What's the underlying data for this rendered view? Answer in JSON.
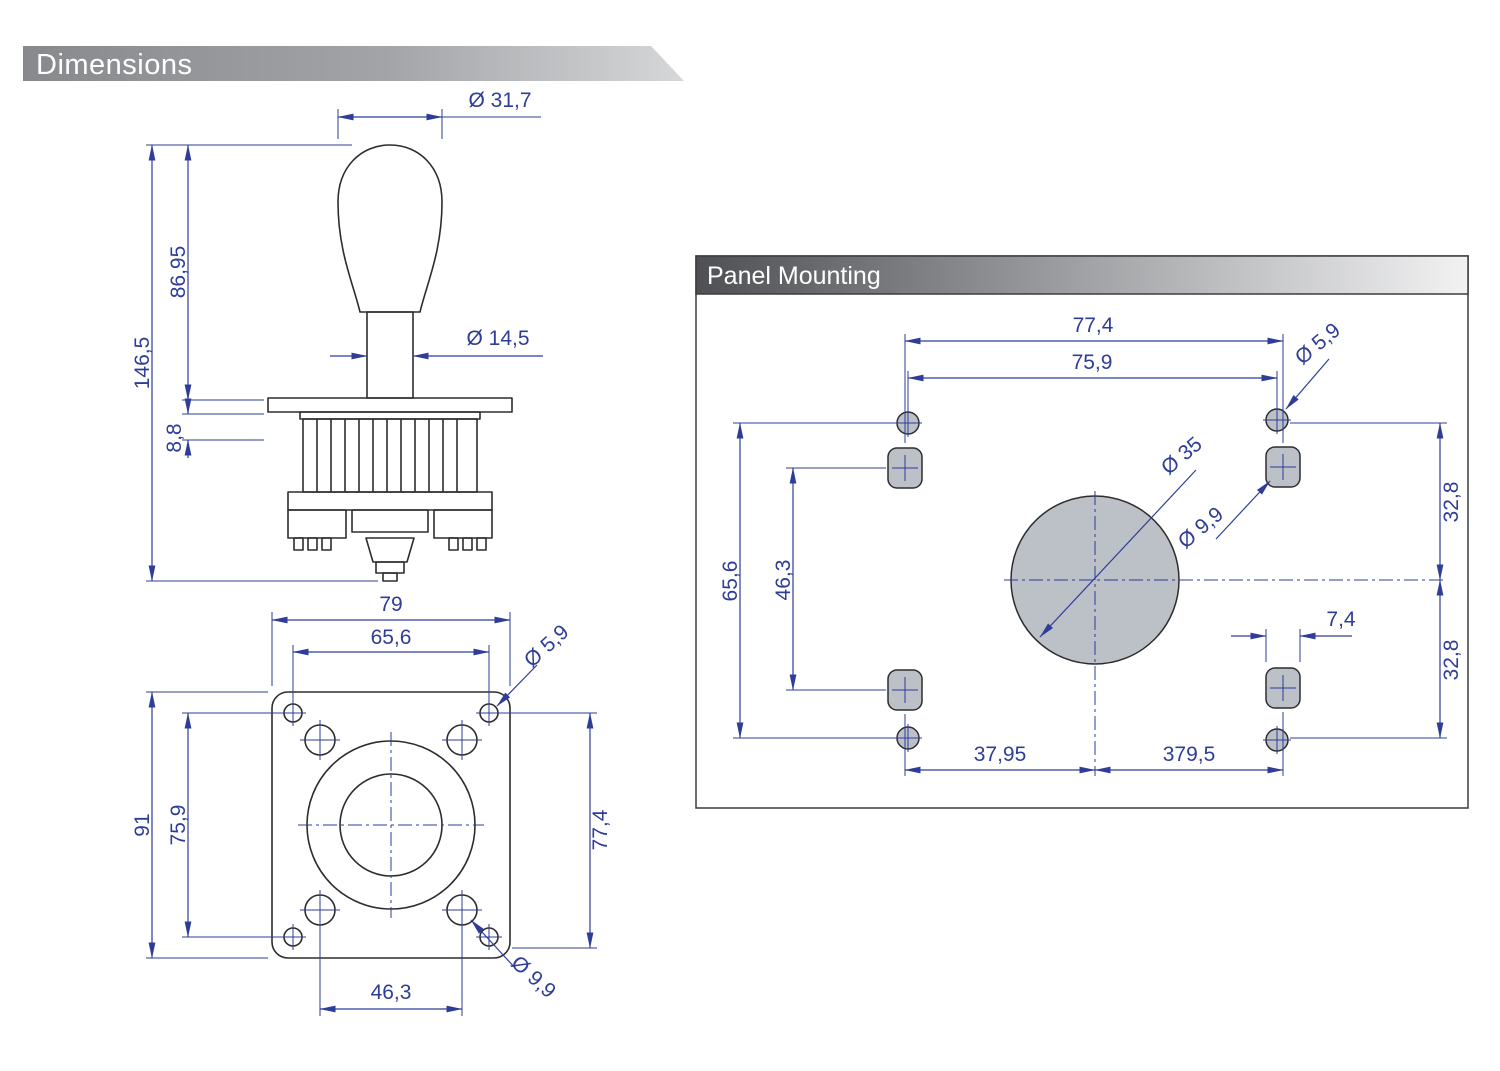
{
  "banners": {
    "dimensions": "Dimensions",
    "panel_mounting": "Panel Mounting"
  },
  "side_view": {
    "knob_diameter": "Ø 31,7",
    "total_height": "146,5",
    "upper_height": "86,95",
    "shaft_diameter": "Ø 14,5",
    "flange_offset": "8,8"
  },
  "bottom_view": {
    "plate_width": "79",
    "hole_spacing_x": "65,6",
    "small_hole_diameter": "Ø 5,9",
    "plate_height": "91",
    "hole_spacing_y": "75,9",
    "right_span": "77,4",
    "bottom_span": "46,3",
    "large_hole_diameter": "Ø 9,9"
  },
  "panel_mounting": {
    "top_span": "77,4",
    "inner_top_span": "75,9",
    "small_hole_diameter": "Ø 5,9",
    "center_hole_diameter": "Ø 35",
    "large_hole_diameter": "Ø 9,9",
    "left_span": "65,6",
    "inner_left_span": "46,3",
    "right_top_span": "32,8",
    "right_bottom_span": "32,8",
    "slot_width": "7,4",
    "bottom_left_span": "37,95",
    "bottom_right_span": "379,5"
  },
  "colors": {
    "dimension_blue": "#2e3d98",
    "drawing_line": "#2d2d2f",
    "hole_fill": "#bcc0c7",
    "banner_text": "#ffffff"
  }
}
